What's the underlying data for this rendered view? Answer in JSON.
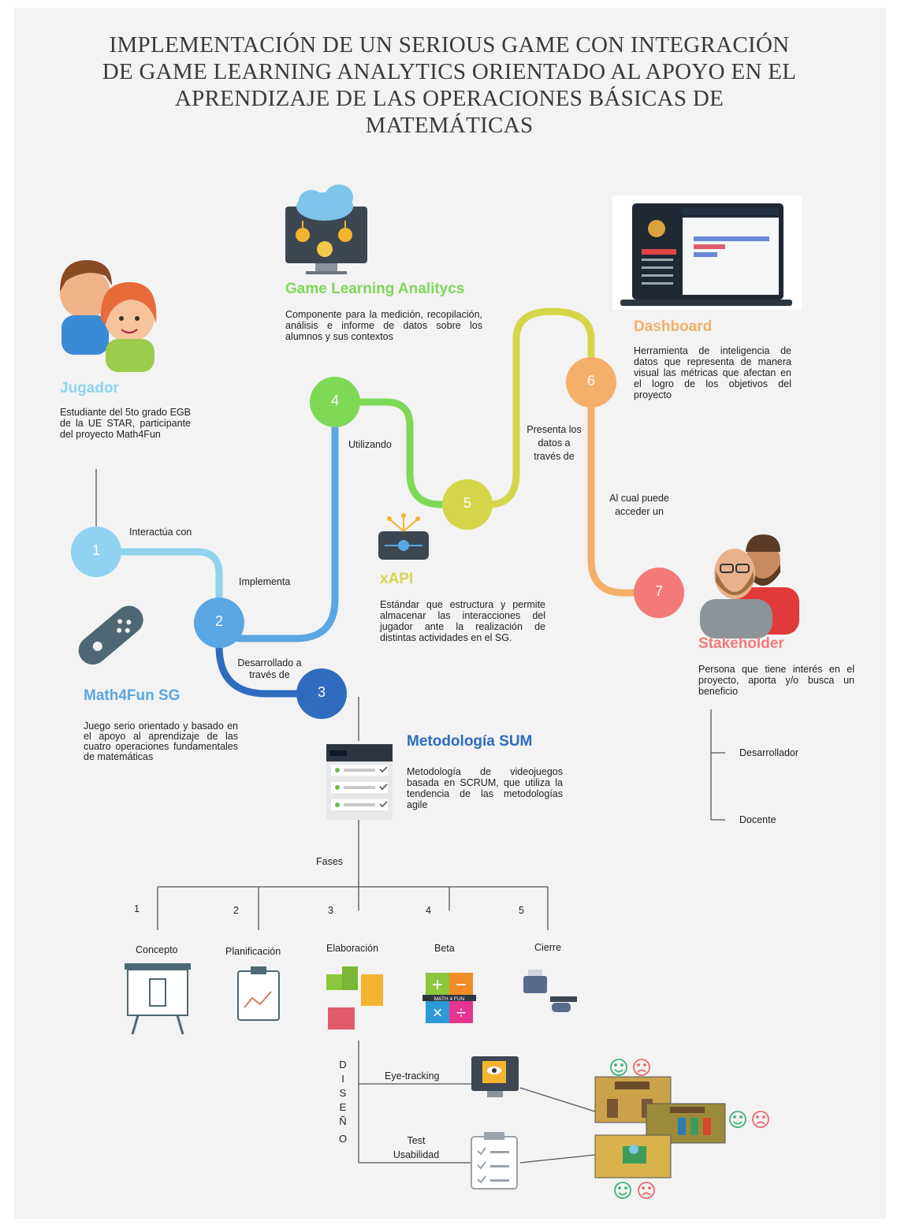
{
  "title": "IMPLEMENTACIÓN DE UN SERIOUS GAME CON INTEGRACIÓN DE GAME LEARNING ANALYTICS ORIENTADO AL APOYO EN EL APRENDIZAJE DE LAS OPERACIONES BÁSICAS DE MATEMÁTICAS",
  "colors": {
    "c1": "#8fd3f0",
    "c2": "#5aa6e2",
    "c3": "#2f6bbf",
    "c4": "#7ed957",
    "c5": "#d4d64a",
    "c6": "#f4b06a",
    "c7": "#f47a7a"
  },
  "steps": [
    "1",
    "2",
    "3",
    "4",
    "5",
    "6",
    "7"
  ],
  "nodes": {
    "jugador": {
      "title": "Jugador",
      "desc": "Estudiante del 5to grado EGB de la UE STAR, participante del proyecto Math4Fun"
    },
    "math4fun": {
      "title": "Math4Fun SG",
      "desc": "Juego serio orientado y basado en el apoyo al aprendizaje de las cuatro operaciones fundamentales de matemáticas"
    },
    "gla": {
      "title": "Game Learning Analitycs",
      "desc": "Componente para la medición, recopilación, análisis e informe de datos sobre los alumnos y sus contextos"
    },
    "xapi": {
      "title": "xAPI",
      "desc": "Estándar que estructura y permite almacenar las interacciones del jugador ante la realización de distintas actividades en el SG."
    },
    "dashboard": {
      "title": "Dashboard",
      "desc": "Herramienta de inteligencia de datos que representa de manera visual las métricas que afectan en el logro de los objetivos del proyecto"
    },
    "stakeholder": {
      "title": "Stakeholder",
      "desc": "Persona que tiene interés en el proyecto, aporta y/o busca un beneficio"
    },
    "sum": {
      "title": "Metodología SUM",
      "desc": "Metodología de videojuegos basada en SCRUM, que utiliza la tendencia de las metodologías agile"
    }
  },
  "connectors": {
    "interactua": "Interactúa con",
    "implementa": "Implementa",
    "desarrollado": "Desarrollado a través de",
    "utilizando": "Utilizando",
    "presenta": "Presenta los datos a través de",
    "alcual": "Al cual puede acceder un"
  },
  "stakeholder_types": [
    "Desarrollador",
    "Docente"
  ],
  "fases_label": "Fases",
  "phases": [
    {
      "num": "1",
      "name": "Concepto",
      "icon": "presentation-board-icon"
    },
    {
      "num": "2",
      "name": "Planificación",
      "icon": "clipboard-chart-icon"
    },
    {
      "num": "3",
      "name": "Elaboración",
      "icon": "blocks-icon"
    },
    {
      "num": "4",
      "name": "Beta",
      "icon": "math-operations-icon"
    },
    {
      "num": "5",
      "name": "Cierre",
      "icon": "printer-gamepad-icon"
    }
  ],
  "diseno": [
    "D",
    "I",
    "S",
    "E",
    "Ñ",
    "O"
  ],
  "design_tests": {
    "eye": "Eye-tracking",
    "test": "Test Usabilidad"
  },
  "logo_text": "MATH 4 FUN"
}
